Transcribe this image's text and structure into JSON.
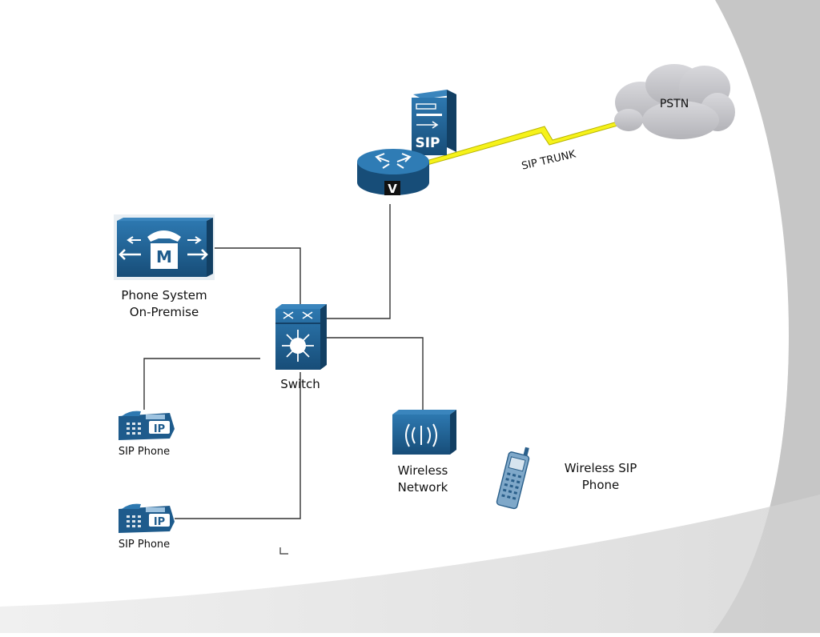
{
  "diagram": {
    "nodes": {
      "pstn": {
        "label": "PSTN",
        "icon": "cloud-icon"
      },
      "sip_server": {
        "label": "SIP",
        "icon": "sip-server-icon"
      },
      "voice_router": {
        "badge": "V",
        "icon": "voice-router-icon"
      },
      "phone_system": {
        "line1": "Phone System",
        "line2": "On-Premise",
        "badge": "M",
        "icon": "call-manager-icon"
      },
      "switch": {
        "label": "Switch",
        "icon": "layer3-switch-icon"
      },
      "sip_phone_1": {
        "label": "SIP Phone",
        "badge": "IP",
        "icon": "ip-phone-icon"
      },
      "sip_phone_2": {
        "label": "SIP Phone",
        "badge": "IP",
        "icon": "ip-phone-icon"
      },
      "wireless_network": {
        "line1": "Wireless",
        "line2": "Network",
        "icon": "wireless-access-point-icon"
      },
      "wireless_phone": {
        "line1": "Wireless SIP",
        "line2": "Phone",
        "icon": "wireless-phone-icon"
      }
    },
    "links": {
      "sip_trunk": "SIP TRUNK"
    },
    "colors": {
      "device_blue": "#1e5b8c",
      "device_dark": "#123f63",
      "trunk_bolt": "#f6f21a",
      "cloud": "#c7c7cc",
      "background_panel": "#c8c8c8",
      "line": "#333333"
    }
  }
}
